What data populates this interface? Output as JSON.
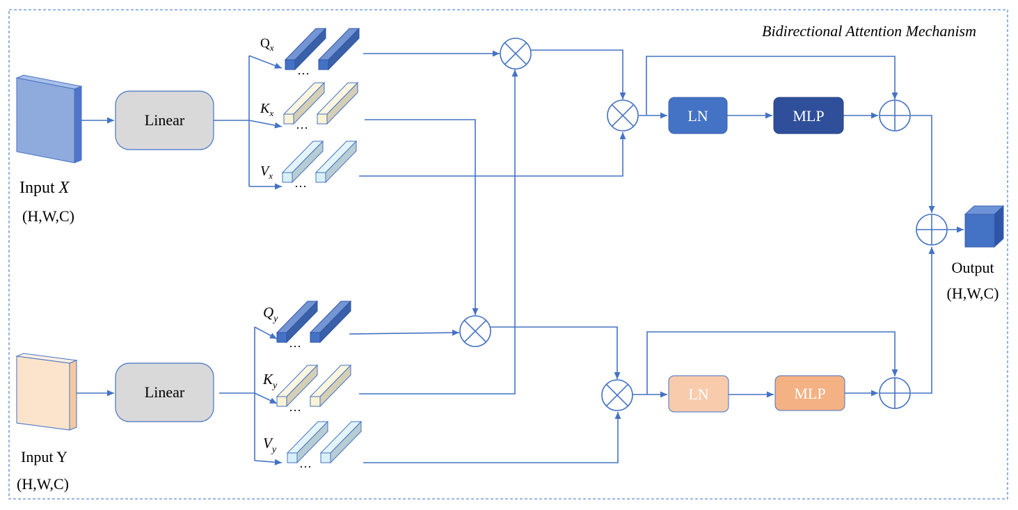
{
  "title": "Bidirectional Attention Mechanism",
  "inputs": {
    "x": {
      "label_prefix": "Input ",
      "label_var": "X",
      "shape": "(H,W,C)"
    },
    "y": {
      "label": "Input Y",
      "shape": "(H,W,C)"
    }
  },
  "linear_label": "Linear",
  "branch_x": {
    "q": {
      "base": "Q",
      "sub": "x"
    },
    "k": {
      "base": "K",
      "sub": "x"
    },
    "v": {
      "base": "V",
      "sub": "x"
    },
    "ln": "LN",
    "mlp": "MLP"
  },
  "branch_y": {
    "q": {
      "base": "Q",
      "sub": "y"
    },
    "k": {
      "base": "K",
      "sub": "y"
    },
    "v": {
      "base": "V",
      "sub": "y"
    },
    "ln": "LN",
    "mlp": "MLP"
  },
  "ellipsis": "…",
  "output": {
    "label": "Output",
    "shape": "(H,W,C)"
  },
  "colors": {
    "line": "#4472c4",
    "border": "#5b8bd6",
    "q_block": "#4472c4",
    "k_block": "#fbf3d5",
    "v_block": "#d9f0f8",
    "input_x": "#8faadc",
    "input_y": "#fce4cc",
    "linear": "#d9d9d9",
    "ln_x": "#4472c4",
    "mlp_x": "#2f4f9a",
    "ln_y": "#f8cbad",
    "mlp_y": "#f4b183",
    "output": "#4472c4"
  }
}
